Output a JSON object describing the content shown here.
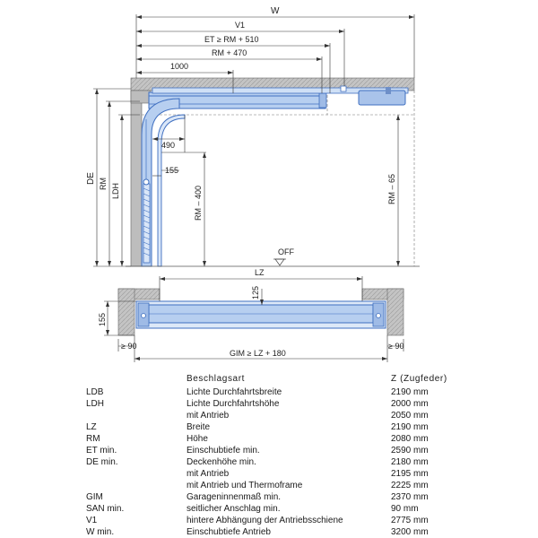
{
  "drawing": {
    "labels": {
      "w": "W",
      "v1": "V1",
      "et": "ET ≥ RM + 510",
      "rm470": "RM + 470",
      "d1000": "1000",
      "de": "DE",
      "rm_left": "RM",
      "ldh": "LDH",
      "d490": "490",
      "d155_top": "155",
      "rm400": "RM – 400",
      "rm65": "RM – 65",
      "off": "OFF",
      "lz": "LZ",
      "d125": "125",
      "d155_side": "155",
      "ge90_left": "≥ 90",
      "ge90_right": "≥ 90",
      "gim": "GIM ≥ LZ + 180"
    },
    "colors": {
      "rail": "#3f6fc0",
      "rail_fill": "#a9c6ea",
      "wall": "#bfbfbf",
      "wall_edge": "#555555"
    }
  },
  "table": {
    "headers": [
      "",
      "Beschlagsart",
      "Z (Zugfeder)"
    ],
    "rows": [
      [
        "LDB",
        "Lichte Durchfahrtsbreite",
        "2190 mm"
      ],
      [
        "LDH",
        "Lichte Durchfahrtshöhe",
        "2000 mm"
      ],
      [
        "",
        "mit Antrieb",
        "2050 mm"
      ],
      [
        "LZ",
        "Breite",
        "2190 mm"
      ],
      [
        "RM",
        "Höhe",
        "2080 mm"
      ],
      [
        "ET min.",
        "Einschubtiefe min.",
        "2590 mm"
      ],
      [
        "DE min.",
        "Deckenhöhe min.",
        "2180 mm"
      ],
      [
        "",
        "mit Antrieb",
        "2195 mm"
      ],
      [
        "",
        "mit Antrieb und Thermoframe",
        "2225 mm"
      ],
      [
        "GIM",
        "Garageninnenmaß min.",
        "2370 mm"
      ],
      [
        "SAN min.",
        "seitlicher Anschlag min.",
        "90 mm"
      ],
      [
        "V1",
        "hintere Abhängung der Antriebsschiene",
        "2775 mm"
      ],
      [
        "W min.",
        "Einschubtiefe Antrieb",
        "3200 mm"
      ]
    ]
  }
}
